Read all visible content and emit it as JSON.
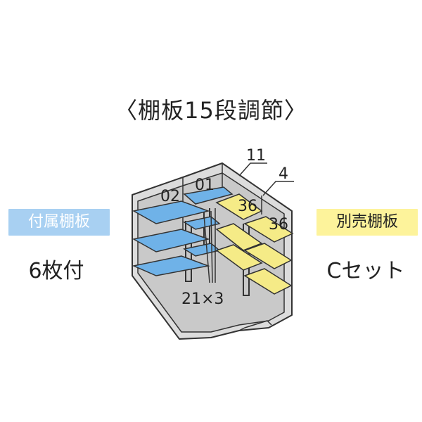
{
  "title": "〈棚板15段調節〉",
  "badge_left": "付属棚板",
  "left_count": "6枚付",
  "badge_right": "別売棚板",
  "right_count": "Cセット",
  "shelf_labels": {
    "label_02": "02",
    "label_01": "01",
    "label_11": "11",
    "label_4": "4",
    "label_36a": "36",
    "label_36b": "36",
    "label_21x3": "21×3"
  },
  "colors": {
    "included_shelf": "#6fb2e8",
    "optional_shelf": "#f5eb87",
    "cabinet": "#d8d8d8",
    "outline": "#333333"
  }
}
